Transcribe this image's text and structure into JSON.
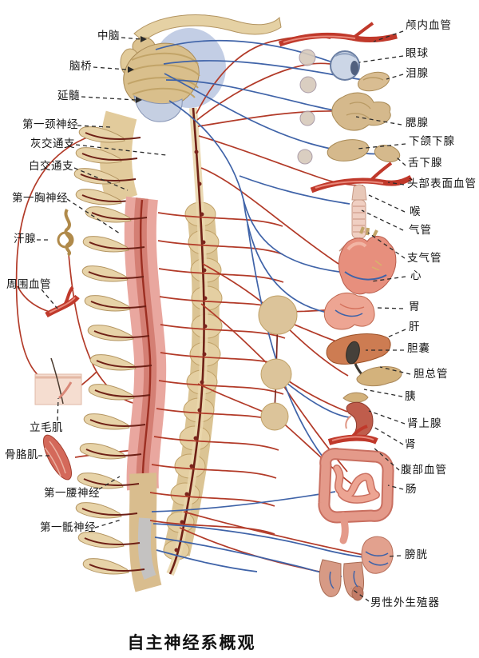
{
  "title": "自主神经系概观",
  "left_labels": [
    {
      "text": "中脑"
    },
    {
      "text": "脑桥"
    },
    {
      "text": "延髓"
    },
    {
      "text": "第一颈神经"
    },
    {
      "text": "灰交通支"
    },
    {
      "text": "白交通支"
    },
    {
      "text": "第一胸神经"
    },
    {
      "text": "汗腺"
    },
    {
      "text": "周围血管"
    },
    {
      "text": "立毛肌"
    },
    {
      "text": "骨胳肌"
    },
    {
      "text": "第一腰神经"
    },
    {
      "text": "第一骶神经"
    }
  ],
  "right_labels": [
    {
      "text": "颅内血管"
    },
    {
      "text": "眼球"
    },
    {
      "text": "泪腺"
    },
    {
      "text": "腮腺"
    },
    {
      "text": "下颌下腺"
    },
    {
      "text": "舌下腺"
    },
    {
      "text": "头部表面血管"
    },
    {
      "text": "喉"
    },
    {
      "text": "气管"
    },
    {
      "text": "支气管"
    },
    {
      "text": "心"
    },
    {
      "text": "胃"
    },
    {
      "text": "肝"
    },
    {
      "text": "胆囊"
    },
    {
      "text": "胆总管"
    },
    {
      "text": "胰"
    },
    {
      "text": "肾上腺"
    },
    {
      "text": "肾"
    },
    {
      "text": "腹部血管"
    },
    {
      "text": "肠"
    },
    {
      "text": "膀胱"
    },
    {
      "text": "男性外生殖器"
    }
  ],
  "palette": {
    "nerve_red": "#b23a28",
    "nerve_dark": "#7b241c",
    "nerve_blue": "#3f63a8",
    "bone_tan": "#e5d1a4",
    "cord_pink": "#e9a79f",
    "organ_pink": "#e78f7d",
    "background": "#ffffff"
  }
}
